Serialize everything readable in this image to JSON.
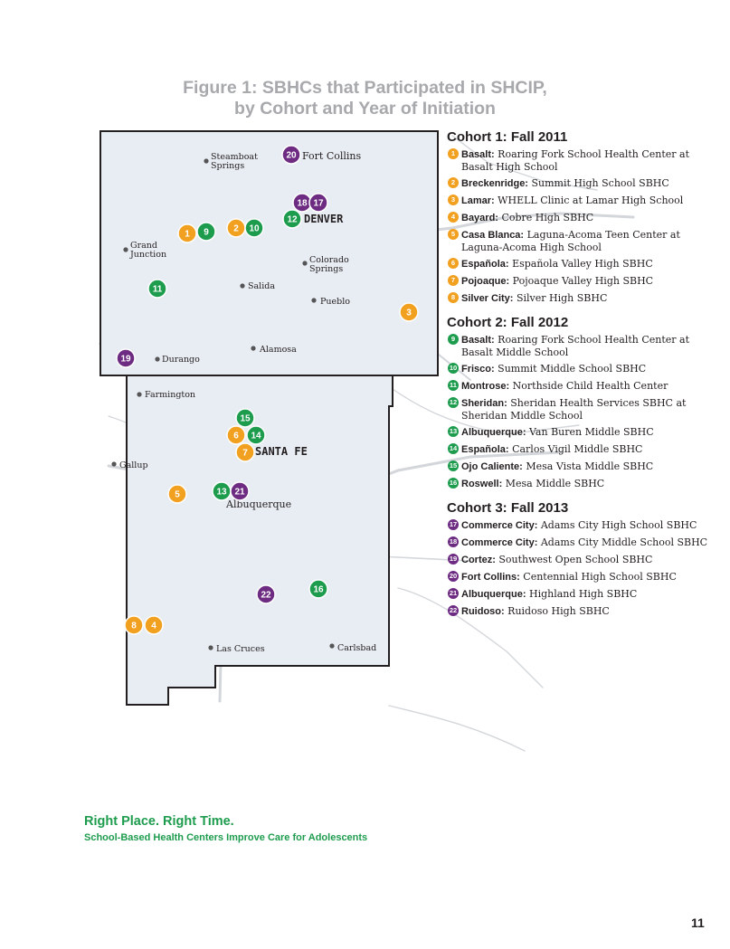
{
  "title": {
    "line1": "Figure 1: SBHCs that Participated in SHCIP,",
    "line2": "by Cohort and Year of Initiation",
    "color": "#a7a9ac"
  },
  "colors": {
    "cohort1": "#f2a01f",
    "cohort2": "#1e9c4e",
    "cohort3": "#6d2c82",
    "state_fill": "#e8ecf3",
    "roads": "#d3d6da"
  },
  "cities": [
    {
      "label": "Steamboat",
      "label2": "Springs"
    },
    {
      "label": "Grand",
      "label2": "Junction"
    },
    {
      "label": "Colorado",
      "label2": "Springs"
    },
    {
      "label": "Salida",
      "label2": ""
    },
    {
      "label": "Pueblo",
      "label2": ""
    },
    {
      "label": "Alamosa",
      "label2": ""
    },
    {
      "label": "Durango",
      "label2": ""
    },
    {
      "label": "Farmington",
      "label2": ""
    },
    {
      "label": "Gallup",
      "label2": ""
    },
    {
      "label": "Las Cruces",
      "label2": ""
    },
    {
      "label": "Carlsbad",
      "label2": ""
    }
  ],
  "major_labels": [
    "Fort Collins",
    "DENVER",
    "SANTA FE",
    "Albuquerque"
  ],
  "markers": [
    {
      "n": "1",
      "c": 1
    },
    {
      "n": "9",
      "c": 2
    },
    {
      "n": "2",
      "c": 1
    },
    {
      "n": "10",
      "c": 2
    },
    {
      "n": "12",
      "c": 2
    },
    {
      "n": "18",
      "c": 3
    },
    {
      "n": "17",
      "c": 3
    },
    {
      "n": "20",
      "c": 3
    },
    {
      "n": "11",
      "c": 2
    },
    {
      "n": "3",
      "c": 1
    },
    {
      "n": "19",
      "c": 3
    },
    {
      "n": "15",
      "c": 2
    },
    {
      "n": "6",
      "c": 1
    },
    {
      "n": "14",
      "c": 2
    },
    {
      "n": "7",
      "c": 1
    },
    {
      "n": "5",
      "c": 1
    },
    {
      "n": "13",
      "c": 2
    },
    {
      "n": "21",
      "c": 3
    },
    {
      "n": "22",
      "c": 3
    },
    {
      "n": "16",
      "c": 2
    },
    {
      "n": "8",
      "c": 1
    },
    {
      "n": "4",
      "c": 1
    }
  ],
  "legend": [
    {
      "heading": "Cohort 1: Fall 2011",
      "cohort": 1,
      "items": [
        {
          "n": "1",
          "city": "Basalt:",
          "desc": "Roaring Fork School Health Center at Basalt High School"
        },
        {
          "n": "2",
          "city": "Breckenridge:",
          "desc": "Summit High School SBHC"
        },
        {
          "n": "3",
          "city": "Lamar:",
          "desc": "WHELL Clinic at Lamar High School"
        },
        {
          "n": "4",
          "city": "Bayard:",
          "desc": "Cobre High SBHC"
        },
        {
          "n": "5",
          "city": "Casa Blanca:",
          "desc": "Laguna-Acoma Teen Center at Laguna-Acoma High School"
        },
        {
          "n": "6",
          "city": "Española:",
          "desc": "Española Valley High SBHC"
        },
        {
          "n": "7",
          "city": "Pojoaque:",
          "desc": "Pojoaque Valley High SBHC"
        },
        {
          "n": "8",
          "city": "Silver City:",
          "desc": "Silver High SBHC"
        }
      ]
    },
    {
      "heading": "Cohort 2: Fall 2012",
      "cohort": 2,
      "items": [
        {
          "n": "9",
          "city": "Basalt:",
          "desc": "Roaring Fork School Health Center at Basalt Middle School"
        },
        {
          "n": "10",
          "city": "Frisco:",
          "desc": "Summit Middle School SBHC"
        },
        {
          "n": "11",
          "city": "Montrose:",
          "desc": "Northside Child Health Center"
        },
        {
          "n": "12",
          "city": "Sheridan:",
          "desc": "Sheridan Health Services SBHC at Sheridan Middle School"
        },
        {
          "n": "13",
          "city": "Albuquerque:",
          "desc": "Van Buren Middle SBHC"
        },
        {
          "n": "14",
          "city": "Española:",
          "desc": "Carlos Vigil Middle SBHC"
        },
        {
          "n": "15",
          "city": "Ojo Caliente:",
          "desc": "Mesa Vista Middle SBHC"
        },
        {
          "n": "16",
          "city": "Roswell:",
          "desc": "Mesa Middle SBHC"
        }
      ]
    },
    {
      "heading": "Cohort 3: Fall 2013",
      "cohort": 3,
      "items": [
        {
          "n": "17",
          "city": "Commerce City:",
          "desc": "Adams City High School SBHC"
        },
        {
          "n": "18",
          "city": "Commerce City:",
          "desc": "Adams City Middle School SBHC"
        },
        {
          "n": "19",
          "city": "Cortez:",
          "desc": "Southwest Open School SBHC"
        },
        {
          "n": "20",
          "city": "Fort Collins:",
          "desc": "Centennial High School SBHC"
        },
        {
          "n": "21",
          "city": "Albuquerque:",
          "desc": "Highland High SBHC"
        },
        {
          "n": "22",
          "city": "Ruidoso:",
          "desc": "Ruidoso High SBHC"
        }
      ]
    }
  ],
  "footer": {
    "tagline": "Right Place. Right Time.",
    "subtitle": "School-Based Health Centers Improve Care for Adolescents",
    "color": "#1e9c4e"
  },
  "page_number": "11"
}
